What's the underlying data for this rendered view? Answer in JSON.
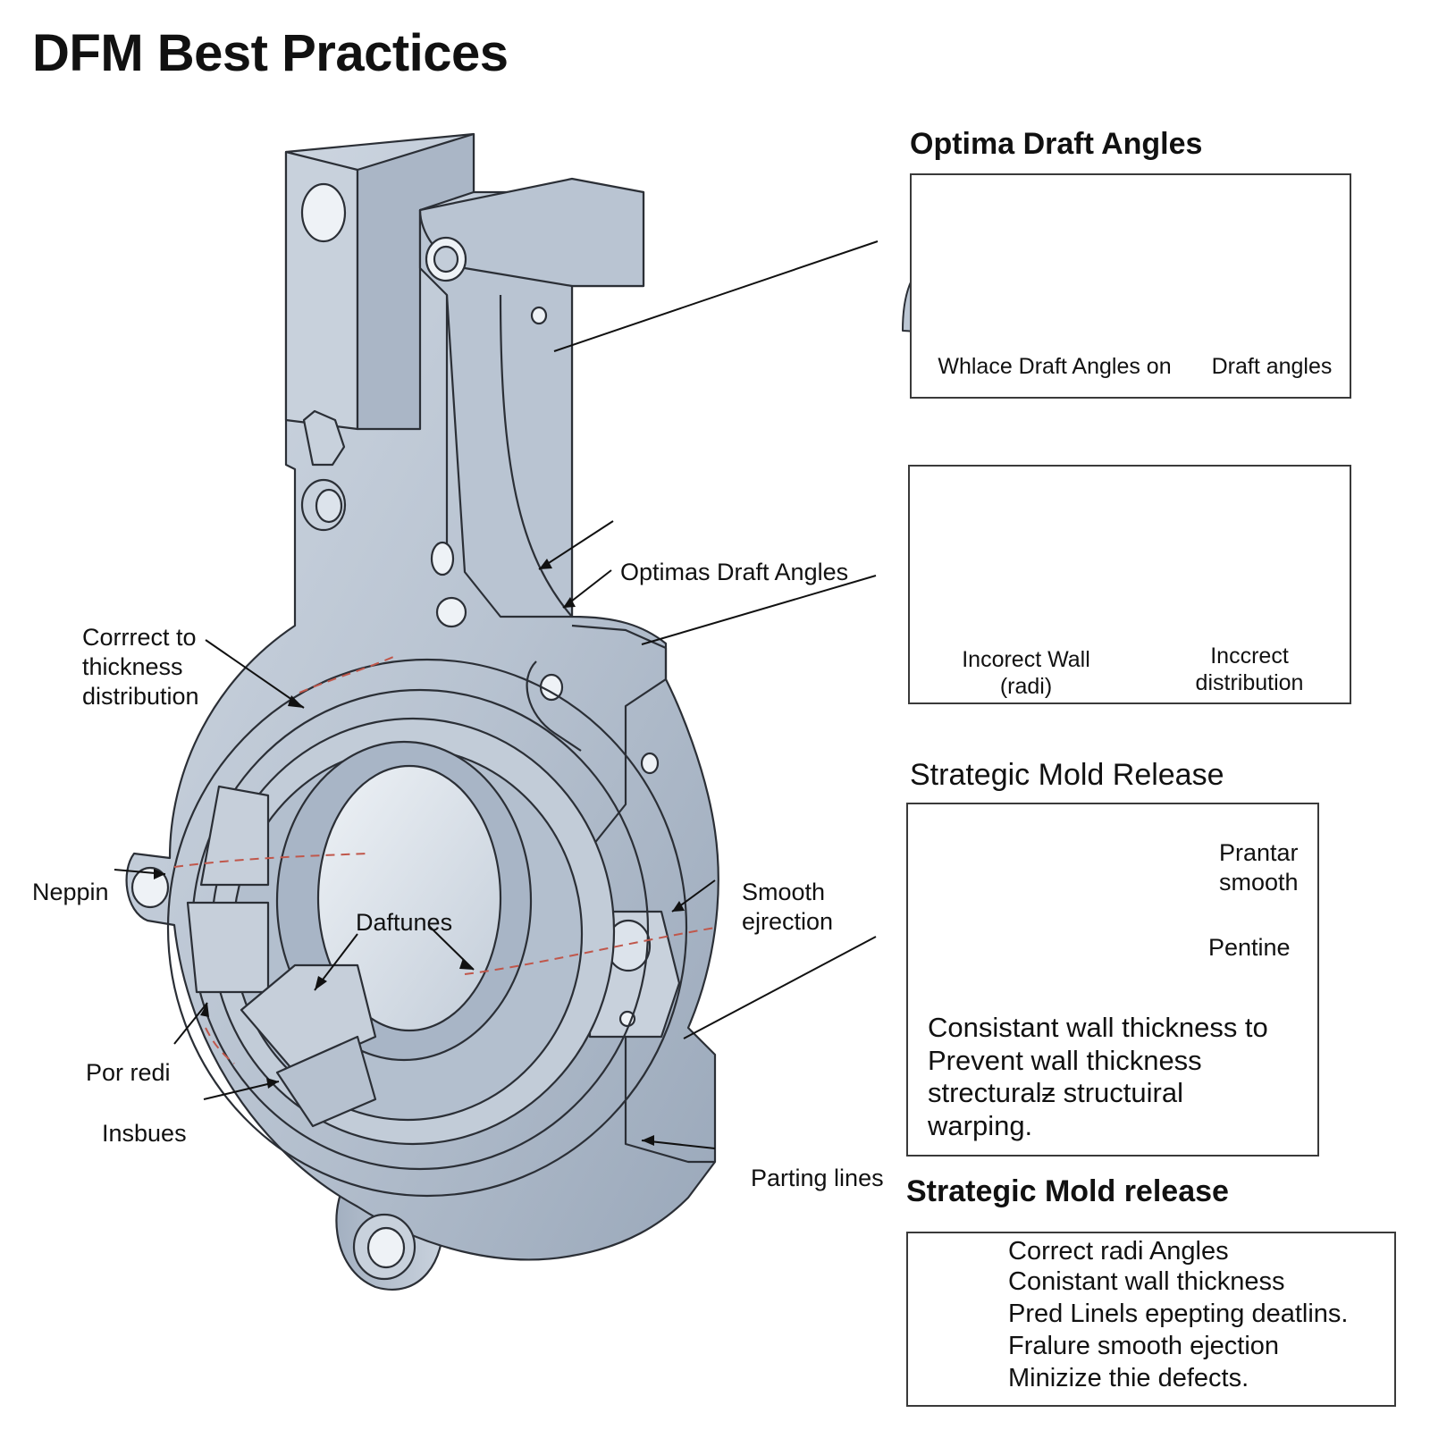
{
  "title": "DFM Best Practices",
  "sections": {
    "draft_title": "Optima Draft Angles",
    "release_title_1": "Strategic Mold Release",
    "release_title_2": "Strategic Mold release"
  },
  "panel_draft": {
    "captions": [
      "Whlace Draft Angles on",
      "Draft angles"
    ]
  },
  "panel_wall": {
    "captions": [
      "Incorect Wall\n(radi)",
      "Inccrect\ndistribution"
    ]
  },
  "panel_release": {
    "labels": [
      "Prantar\nsmooth",
      "Pentine"
    ],
    "note": [
      "Consistant wall thickness to",
      "Prevent wall thickness",
      "strecturalƶ structuiral",
      "warping."
    ]
  },
  "callouts": {
    "optimas_draft": "Optimas Draft Angles",
    "correct_thickness": "Corrrect to\nthickness\ndistribution",
    "neppin": "Neppin",
    "daftunes": "Daftunes",
    "smooth_ejection": "Smooth\nejrection",
    "por_redi": "Por redi",
    "insbues": "Insbues",
    "parting_lines": "Parting lines"
  },
  "legend": {
    "items": [
      {
        "label": "Correct radi Angles",
        "swatch": "fill",
        "color": "#c6d0dc"
      },
      {
        "label": "Conistant wall thickness",
        "swatch": "none"
      },
      {
        "label": "Pred Linels epepting deatlins.",
        "swatch": "dashed-fill",
        "color": "#b5544a"
      },
      {
        "label": "Fralure smooth ejection",
        "swatch": "line",
        "color": "#a9b6c6"
      },
      {
        "label": "Minizize thie defects.",
        "swatch": "none"
      }
    ]
  },
  "colors": {
    "part_fill": "#b9c4d2",
    "part_light": "#d4dce6",
    "part_dark": "#8f9db0",
    "outline": "#2b2f36",
    "parting_line": "#c0574b"
  }
}
